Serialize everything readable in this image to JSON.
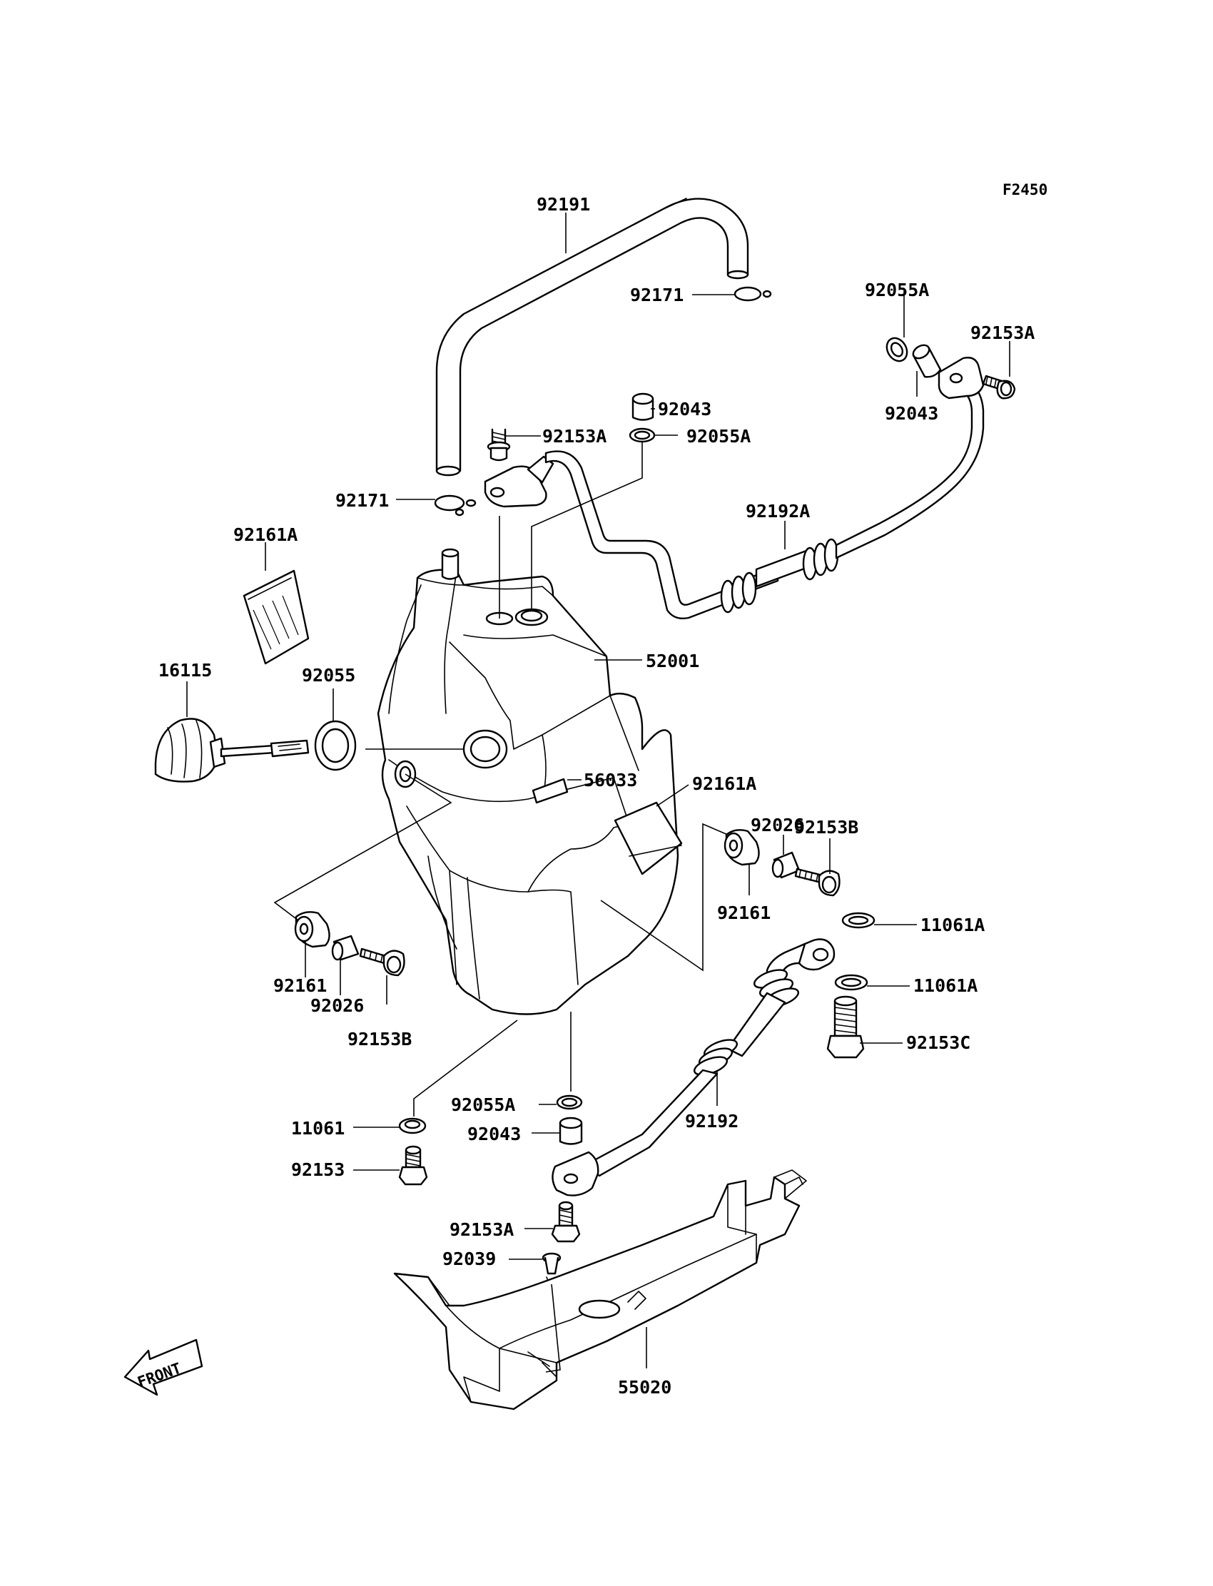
{
  "figure_code": "F2450",
  "front_label": "FRONT",
  "callouts": {
    "c92191": "92191",
    "c92171_top": "92171",
    "c92055A_top": "92055A",
    "c92153A_right": "92153A",
    "c92043_right": "92043",
    "c92043_mid": "92043",
    "c92153A_mid": "92153A",
    "c92055A_mid": "92055A",
    "c92171_mid": "92171",
    "c92192A": "92192A",
    "c92161A_left": "92161A",
    "c52001": "52001",
    "c16115": "16115",
    "c92055": "92055",
    "c56033": "56033",
    "c92161A_right": "92161A",
    "c92026_right": "92026",
    "c92153B_right": "92153B",
    "c92161_right": "92161",
    "c11061A_top": "11061A",
    "c11061A_bottom": "11061A",
    "c92153C": "92153C",
    "c92161_left": "92161",
    "c92026_left": "92026",
    "c92153B_left": "92153B",
    "c92055A_bottom": "92055A",
    "c11061": "11061",
    "c92043_bottom": "92043",
    "c92192": "92192",
    "c92153": "92153",
    "c92153A_bottom": "92153A",
    "c92039": "92039",
    "c55020": "55020"
  }
}
